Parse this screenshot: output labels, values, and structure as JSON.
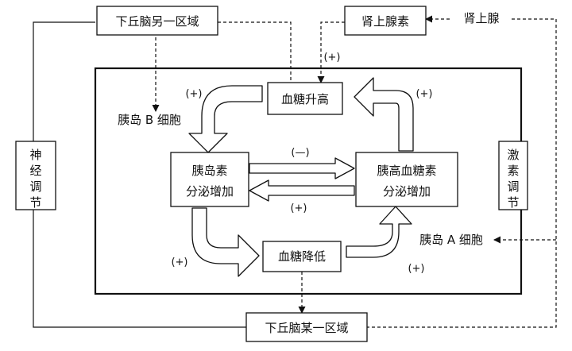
{
  "nodes": {
    "hypothalamus_top": "下丘脑另一区域",
    "adrenaline": "肾上腺素",
    "adrenal": "肾上腺",
    "glucose_up": "血糖升高",
    "b_cell": "胰岛 B 细胞",
    "insulin_1": "胰岛素",
    "insulin_2": "分泌增加",
    "glucagon_1": "胰高血糖素",
    "glucagon_2": "分泌增加",
    "a_cell": "胰岛 A 细胞",
    "glucose_down": "血糖降低",
    "hypothalamus_bottom": "下丘脑某一区域"
  },
  "side_labels": {
    "nerve": [
      "神",
      "经",
      "调",
      "节"
    ],
    "hormone": [
      "激",
      "素",
      "调",
      "节"
    ]
  },
  "signs": {
    "adrenaline_plus": "(+)",
    "top_left_plus": "(+)",
    "top_right_plus": "(+)",
    "minus": "(—)",
    "middle_plus": "(+)",
    "bottom_left_plus": "(+)",
    "bottom_right_plus": "(+)"
  }
}
